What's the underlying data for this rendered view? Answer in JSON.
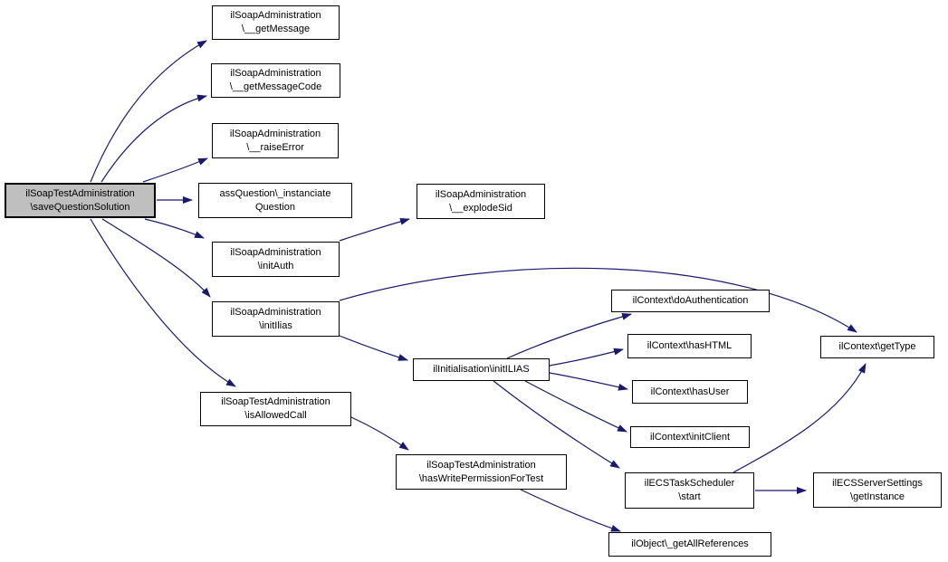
{
  "diagram": {
    "type": "call-graph",
    "background_color": "#ffffff",
    "edge_color": "#191970",
    "node_fill_color": "#ffffff",
    "node_border_color": "#000000",
    "highlighted_node_fill_color": "#bfbfbf",
    "nodes": [
      {
        "id": "saveQuestionSolution",
        "label": "ilSoapTestAdministration\n\\saveQuestionSolution",
        "highlighted": true
      },
      {
        "id": "getMessage",
        "label": "ilSoapAdministration\n\\__getMessage",
        "highlighted": false
      },
      {
        "id": "getMessageCode",
        "label": "ilSoapAdministration\n\\__getMessageCode",
        "highlighted": false
      },
      {
        "id": "raiseError",
        "label": "ilSoapAdministration\n\\__raiseError",
        "highlighted": false
      },
      {
        "id": "instanciateQuestion",
        "label": "assQuestion\\_instanciate\nQuestion",
        "highlighted": false
      },
      {
        "id": "initAuth",
        "label": "ilSoapAdministration\n\\initAuth",
        "highlighted": false
      },
      {
        "id": "initIlias",
        "label": "ilSoapAdministration\n\\initIlias",
        "highlighted": false
      },
      {
        "id": "explodeSid",
        "label": "ilSoapAdministration\n\\__explodeSid",
        "highlighted": false
      },
      {
        "id": "initILIAS",
        "label": "ilInitialisation\\initILIAS",
        "highlighted": false
      },
      {
        "id": "doAuthentication",
        "label": "ilContext\\doAuthentication",
        "highlighted": false
      },
      {
        "id": "hasHTML",
        "label": "ilContext\\hasHTML",
        "highlighted": false
      },
      {
        "id": "hasUser",
        "label": "ilContext\\hasUser",
        "highlighted": false
      },
      {
        "id": "initClient",
        "label": "ilContext\\initClient",
        "highlighted": false
      },
      {
        "id": "getType",
        "label": "ilContext\\getType",
        "highlighted": false
      },
      {
        "id": "isAllowedCall",
        "label": "ilSoapTestAdministration\n\\isAllowedCall",
        "highlighted": false
      },
      {
        "id": "hasWritePermissionForTest",
        "label": "ilSoapTestAdministration\n\\hasWritePermissionForTest",
        "highlighted": false
      },
      {
        "id": "ecsTaskSchedulerStart",
        "label": "ilECSTaskScheduler\n\\start",
        "highlighted": false
      },
      {
        "id": "ecsServerSettingsGetInstance",
        "label": "ilECSServerSettings\n\\getInstance",
        "highlighted": false
      },
      {
        "id": "getAllReferences",
        "label": "ilObject\\_getAllReferences",
        "highlighted": false
      }
    ],
    "edges": [
      {
        "from": "saveQuestionSolution",
        "to": "getMessage"
      },
      {
        "from": "saveQuestionSolution",
        "to": "getMessageCode"
      },
      {
        "from": "saveQuestionSolution",
        "to": "raiseError"
      },
      {
        "from": "saveQuestionSolution",
        "to": "instanciateQuestion"
      },
      {
        "from": "saveQuestionSolution",
        "to": "initAuth"
      },
      {
        "from": "saveQuestionSolution",
        "to": "initIlias"
      },
      {
        "from": "saveQuestionSolution",
        "to": "isAllowedCall"
      },
      {
        "from": "initAuth",
        "to": "explodeSid"
      },
      {
        "from": "initIlias",
        "to": "getType"
      },
      {
        "from": "initIlias",
        "to": "initILIAS"
      },
      {
        "from": "initILIAS",
        "to": "doAuthentication"
      },
      {
        "from": "initILIAS",
        "to": "hasHTML"
      },
      {
        "from": "initILIAS",
        "to": "hasUser"
      },
      {
        "from": "initILIAS",
        "to": "initClient"
      },
      {
        "from": "initILIAS",
        "to": "ecsTaskSchedulerStart"
      },
      {
        "from": "isAllowedCall",
        "to": "hasWritePermissionForTest"
      },
      {
        "from": "hasWritePermissionForTest",
        "to": "getAllReferences"
      },
      {
        "from": "ecsTaskSchedulerStart",
        "to": "ecsServerSettingsGetInstance"
      },
      {
        "from": "ecsTaskSchedulerStart",
        "to": "getType"
      }
    ]
  }
}
